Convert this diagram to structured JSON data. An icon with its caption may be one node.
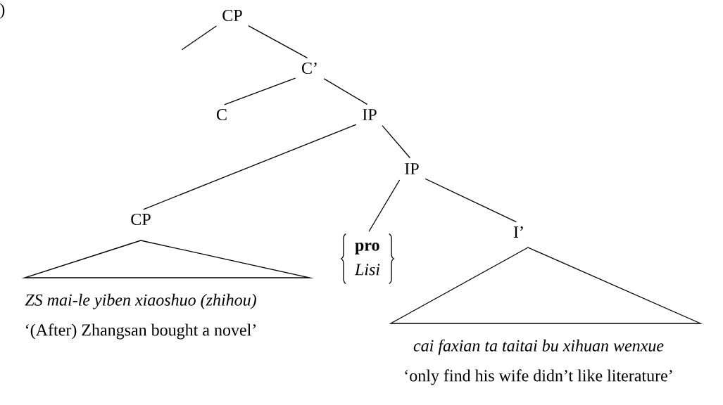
{
  "diagram": {
    "nodes": [
      {
        "text": [
          "CP"
        ]
      },
      {
        "text": [
          "C’"
        ]
      },
      {
        "text": [
          "C"
        ]
      },
      {
        "text": [
          "IP"
        ]
      },
      {
        "text": [
          "IP"
        ]
      },
      {
        "text": [
          "CP"
        ]
      },
      {
        "text": [
          "pro",
          "Lisi"
        ]
      },
      {
        "text": [
          "I’"
        ]
      },
      {
        "text": [
          "ZS mai-le yiben xiaoshuo (zhihou)",
          "‘(After) Zhangsan bought a novel’"
        ]
      },
      {
        "text": [
          "cai faxian ta taitai bu xihuan wenxue",
          "‘only find his wife didn’t like literature’"
        ]
      }
    ],
    "edges": [
      {
        "from": 0,
        "to": null,
        "arrow": "none"
      },
      {
        "from": 0,
        "to": 1,
        "arrow": "none"
      },
      {
        "from": 1,
        "to": 2,
        "arrow": "none"
      },
      {
        "from": 1,
        "to": 3,
        "arrow": "none"
      },
      {
        "from": 3,
        "to": 5,
        "arrow": "none"
      },
      {
        "from": 3,
        "to": 4,
        "arrow": "none"
      },
      {
        "from": 4,
        "to": 6,
        "arrow": "none"
      },
      {
        "from": 4,
        "to": 7,
        "arrow": "none"
      }
    ],
    "labels": [
      ")"
    ]
  }
}
